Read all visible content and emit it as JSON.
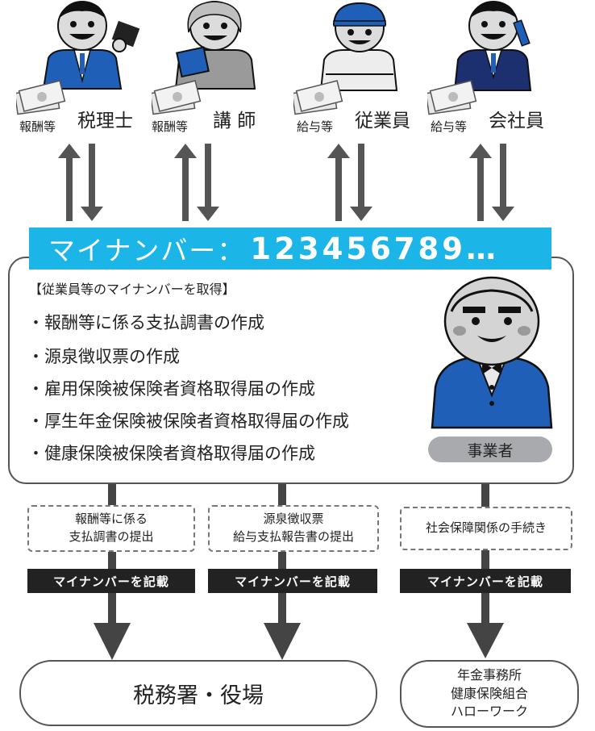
{
  "people": [
    {
      "role": "税理士",
      "pay": "報酬等"
    },
    {
      "role": "講 師",
      "pay": "報酬等"
    },
    {
      "role": "従業員",
      "pay": "給与等"
    },
    {
      "role": "会社員",
      "pay": "給与等"
    }
  ],
  "banner": {
    "label": "マイナンバー：",
    "number": "123456789…"
  },
  "main": {
    "heading": "【従業員等のマイナンバーを取得】",
    "duties": [
      "・報酬等に係る支払調書の作成",
      "・源泉徴収票の作成",
      "・雇用保険被保険者資格取得届の作成",
      "・厚生年金保険被保険者資格取得届の作成",
      "・健康保険被保険者資格取得届の作成"
    ],
    "employer_badge": "事業者"
  },
  "flows": [
    {
      "lines": [
        "報酬等に係る",
        "支払調書の提出"
      ],
      "tag": "マイナンバーを記載"
    },
    {
      "lines": [
        "源泉徴収票",
        "給与支払報告書の提出"
      ],
      "tag": "マイナンバーを記載"
    },
    {
      "lines": [
        "社会保障関係の手続き"
      ],
      "tag": "マイナンバーを記載"
    }
  ],
  "destinations": {
    "tax": "税務署・役場",
    "social": [
      "年金事務所",
      "健康保険組合",
      "ハローワーク"
    ]
  },
  "colors": {
    "banner": "#1cb5e8",
    "tag": "#222222",
    "badge": "#a9aaad",
    "suit_blue": "#1f5fb8"
  }
}
